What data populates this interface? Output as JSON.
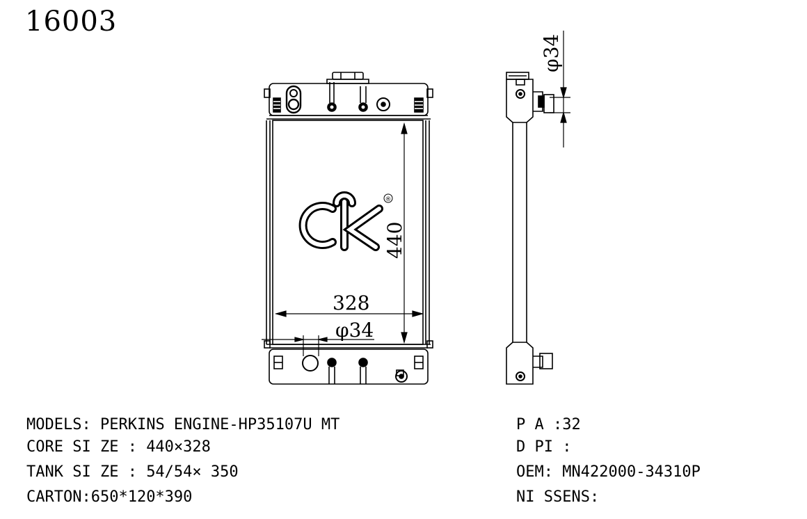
{
  "part_number": "16003",
  "drawing": {
    "height_label": "440",
    "width_label": "328",
    "inlet_label": "φ34",
    "side_pipe_label": "φ34",
    "logo": "CK",
    "registered_mark": "®"
  },
  "specs_left": [
    {
      "label": "MODELS: ",
      "value": "PERKINS ENGINE-HP35107U MT"
    },
    {
      "label": "CORE SI ZE : ",
      "value": "440×328"
    },
    {
      "label": "TANK SI ZE : ",
      "value": "54/54× 350"
    },
    {
      "label": "CARTON:",
      "value": "650*120*390"
    }
  ],
  "specs_right": [
    {
      "label": "P A :",
      "value": "32"
    },
    {
      "label": "D PI :",
      "value": ""
    },
    {
      "label": "OEM: ",
      "value": "MN422000-34310P"
    },
    {
      "label": "NI SSENS:",
      "value": ""
    }
  ]
}
